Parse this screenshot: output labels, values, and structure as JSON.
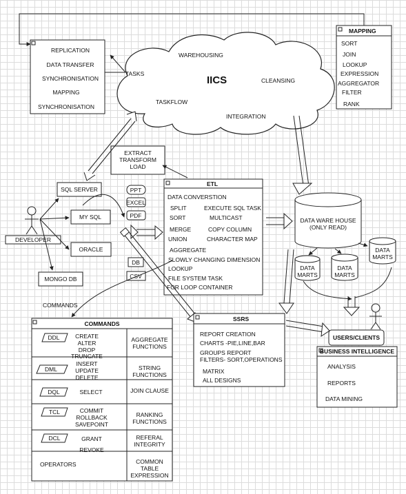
{
  "cloud": {
    "center": "IICS",
    "labels": {
      "warehousing": "WAREHOUSING",
      "tasks": "TASKS",
      "cleansing": "CLEANSING",
      "taskflow": "TASKFLOW",
      "integration": "INTEGRATION"
    }
  },
  "tasks_box": {
    "items": [
      "REPLICATION",
      "DATA TRANSFER",
      "SYNCHRONISATION",
      "MAPPING",
      "SYNCHRONISATION"
    ]
  },
  "mapping": {
    "title": "MAPPING",
    "items": [
      "SORT",
      "JOIN",
      "LOOKUP",
      "EXPRESSION",
      "AGGREGATOR",
      "FILTER",
      "RANK"
    ]
  },
  "extract": {
    "text": "EXTRACT TRANSFORM LOAD"
  },
  "sources": [
    "SQL SERVER",
    "MY SQL",
    "ORACLE",
    "MONGO DB"
  ],
  "developer": "DEVELOPER",
  "file_types": [
    "PPT",
    "EXCEL",
    "PDF",
    "DB",
    "CSV"
  ],
  "etl": {
    "title": "ETL",
    "items": [
      "DATA CONVERSTION",
      "SPLIT",
      "EXECUTE SQL TASK",
      "SORT",
      "MULTICAST",
      "MERGE",
      "COPY COLUMN",
      "UNION",
      "CHARACTER MAP",
      "AGGREGATE",
      "SLOWLY CHANGING DIMENSION",
      "LOOKUP",
      "FILE SYSTEM TASK",
      "FOR LOOP CONTAINER"
    ]
  },
  "warehouse": {
    "text": "DATA WARE HOUSE (ONLY READ)",
    "marts": [
      "DATA MARTS",
      "DATA MARTS",
      "DATA MARTS"
    ]
  },
  "ssrs": {
    "title": "SSRS",
    "items": [
      "REPORT CREATION",
      "CHARTS -PIE,LINE,BAR",
      "GROUPS REPORT",
      "FILTERS- SORT,OPERATIONS",
      "MATRIX",
      "ALL DESIGNS"
    ]
  },
  "users": "USERS/CLIENTS",
  "bi": {
    "title": "BUSINESS INTELLIGENCE",
    "items": [
      "ANALYSIS",
      "REPORTS",
      "DATA MINING"
    ]
  },
  "commands_label": "COMMANDS",
  "commands": {
    "title": "COMMANDS",
    "rows": [
      {
        "tag": "DDL",
        "cmds": "CREATE ALTER DROP TRUNCATE",
        "right": "AGGREGATE FUNCTIONS"
      },
      {
        "tag": "DML",
        "cmds": "INSERT UPDATE DELETE",
        "right": "STRING FUNCTIONS"
      },
      {
        "tag": "DQL",
        "cmds": "SELECT",
        "right": "JOIN CLAUSE"
      },
      {
        "tag": "TCL",
        "cmds": "COMMIT ROLLBACK SAVEPOINT",
        "right": "RANKING FUNCTIONS"
      },
      {
        "tag": "DCL",
        "cmds": "GRANT REVOKE",
        "right": "REFERAL INTEGRITY"
      }
    ],
    "operators": "OPERATORS",
    "last_right": "COMMON TABLE EXPRESSION"
  }
}
